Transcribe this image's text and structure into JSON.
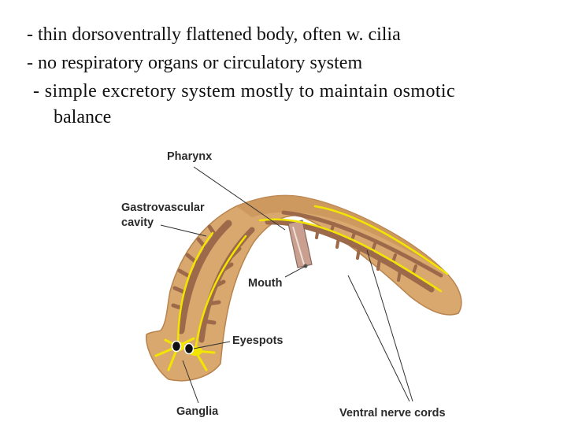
{
  "bullets": [
    "- thin dorsoventrally flattened body, often w. cilia",
    "- no respiratory organs or circulatory system",
    "- simple excretory system mostly to maintain osmotic",
    "balance"
  ],
  "diagram": {
    "labels": {
      "pharynx": "Pharynx",
      "gastrovascular_1": "Gastrovascular",
      "gastrovascular_2": "cavity",
      "mouth": "Mouth",
      "eyespots": "Eyespots",
      "ganglia": "Ganglia",
      "ventral_nerve_cords": "Ventral nerve cords"
    },
    "colors": {
      "body": "#d9a86e",
      "body_dark": "#b9834e",
      "gut": "#9c6a4a",
      "nerve": "#f2e600",
      "leader": "#333333"
    }
  }
}
